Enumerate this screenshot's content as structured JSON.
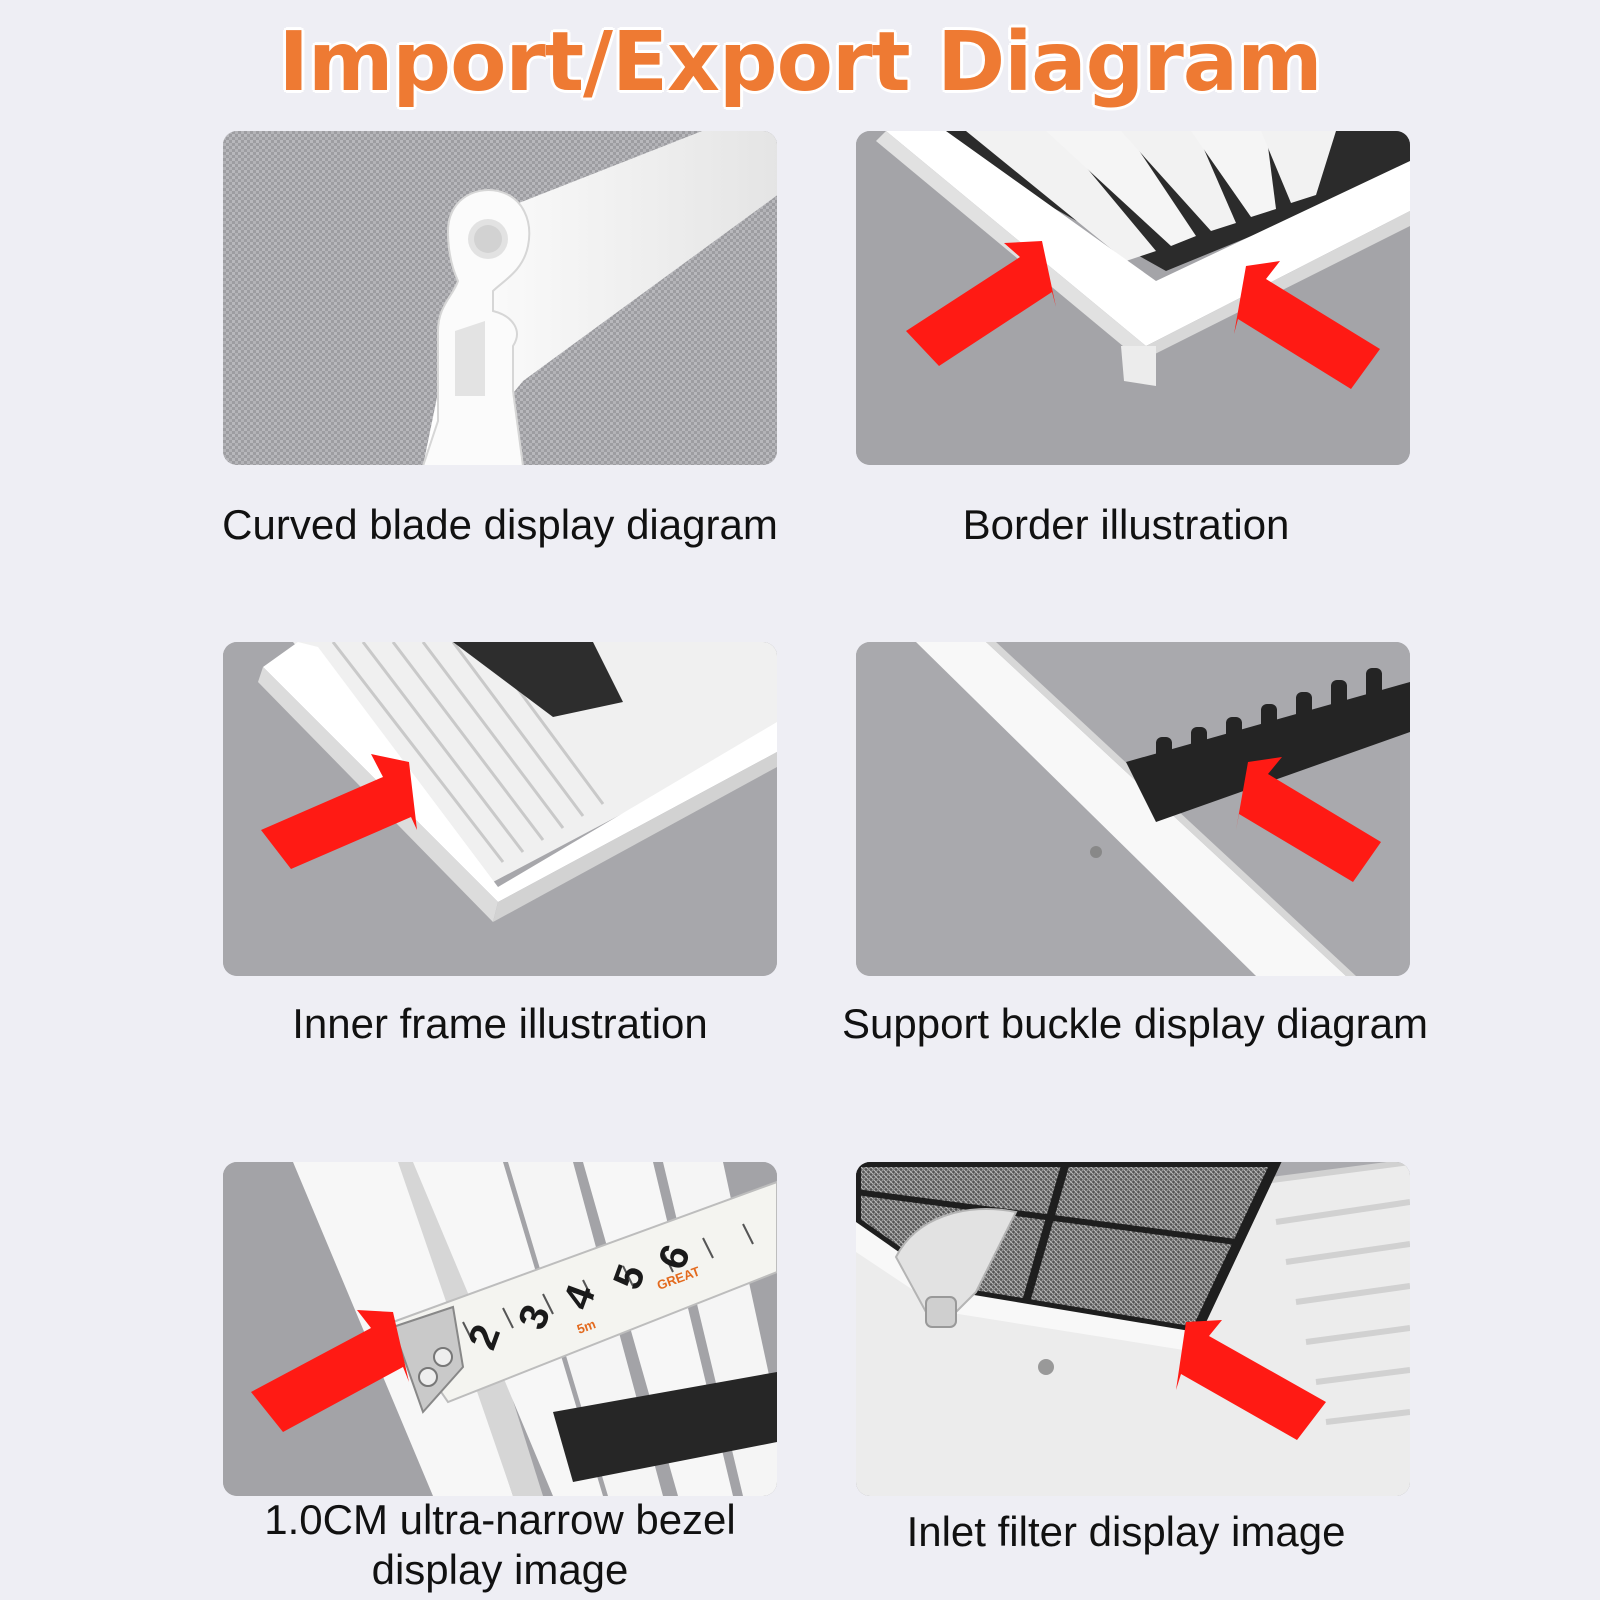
{
  "page": {
    "title": "Import/Export Diagram",
    "title_color": "#ee7a33",
    "background_color": "#eeeef4",
    "arrow_color": "#ff1a14"
  },
  "panels": [
    {
      "caption": "Curved blade display diagram"
    },
    {
      "caption": "Border illustration"
    },
    {
      "caption": "Inner frame illustration"
    },
    {
      "caption": "Support buckle display diagram"
    },
    {
      "caption": "1.0CM ultra-narrow bezel display image"
    },
    {
      "caption": "Inlet filter display image"
    }
  ],
  "tape_measure": {
    "numbers": [
      "2",
      "3",
      "4",
      "5",
      "6"
    ],
    "marks": [
      "5m",
      "GREAT"
    ]
  }
}
